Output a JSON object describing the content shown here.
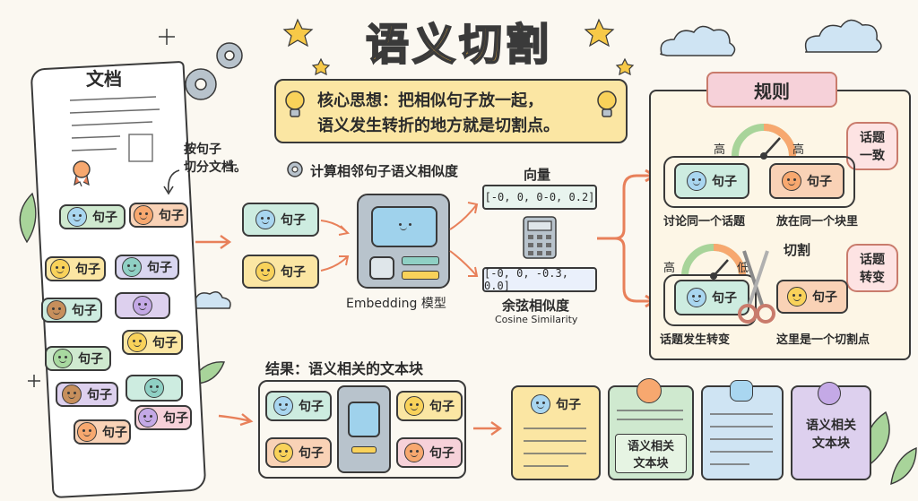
{
  "title": "语义切割",
  "core_idea": {
    "line1": "核心思想：把相似句子放一起，",
    "line2": "语义发生转折的地方就是切割点。"
  },
  "document": {
    "label": "文档",
    "split_note_line1": "按句子",
    "split_note_line2": "切分文档。",
    "sentence_label": "句子"
  },
  "embedding": {
    "compute_label": "计算相邻句子语义相似度",
    "model_label": "Embedding 模型",
    "vector_label": "向量",
    "vector_top": "[-0, 0, 0-0, 0.2]",
    "vector_bottom": "[-0, 0, -0.3, 0.0]",
    "cosine_label": "余弦相似度",
    "cosine_en": "Cosine Similarity"
  },
  "rules": {
    "title": "规则",
    "high": "高",
    "low": "低",
    "topic_same": "话题一致",
    "topic_same_l1": "话题",
    "topic_same_l2": "一致",
    "discuss_same": "讨论同一个话题",
    "put_same_block": "放在同一个块里",
    "cut": "切割",
    "topic_shift_l1": "话题",
    "topic_shift_l2": "转变",
    "topic_changed": "话题发生转变",
    "cut_point": "这里是一个切割点"
  },
  "result": {
    "label": "结果：语义相关的文本块",
    "chunk_label": "语义相关文本块",
    "chunk_l1": "语义相关",
    "chunk_l2": "文本块"
  },
  "colors": {
    "accent_orange": "#e8805a",
    "title_fill": "#f5b942",
    "rules_border": "#c97b6c"
  }
}
